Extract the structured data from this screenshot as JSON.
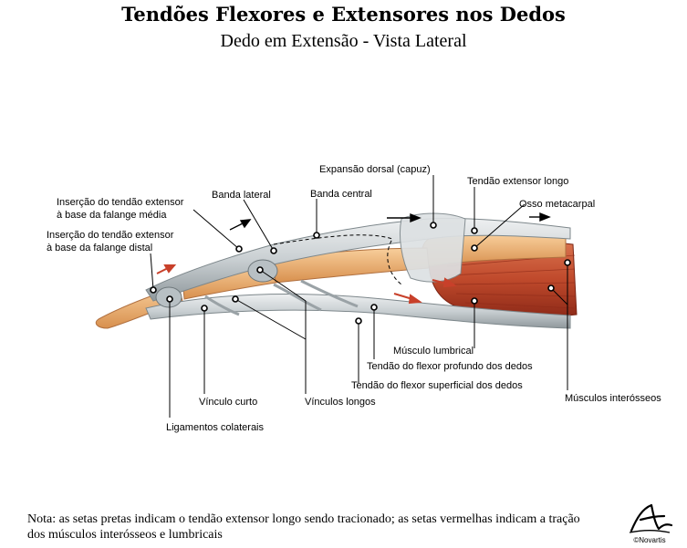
{
  "header": {
    "title": "Tendões Flexores e Extensores nos Dedos",
    "subtitle": "Dedo em Extensão - Vista Lateral"
  },
  "labels": {
    "expansao_dorsal": "Expansão dorsal (capuz)",
    "tendao_extensor_longo": "Tendão extensor longo",
    "osso_metacarpal": "Osso metacarpal",
    "banda_lateral": "Banda lateral",
    "banda_central": "Banda central",
    "insercao_media_1": "Inserção do tendão extensor",
    "insercao_media_2": "à base da falange média",
    "insercao_distal_1": "Inserção do tendão extensor",
    "insercao_distal_2": "à base da falange distal",
    "musculo_lumbrical": "Músculo lumbrical",
    "flexor_profundo": "Tendão do flexor profundo dos dedos",
    "flexor_superficial": "Tendão do flexor superficial dos dedos",
    "musculos_interosseos": "Músculos interósseos",
    "vinculo_curto": "Vínculo curto",
    "vinculos_longos": "Vínculos longos",
    "ligamentos_colaterais": "Ligamentos colaterais"
  },
  "note": "Nota: as setas pretas indicam o tendão extensor longo sendo tracionado; as setas vermelhas indicam a tração dos músculos interósseos e lumbricais",
  "logo": {
    "signature": "F. Netter",
    "copyright": "©Novartis"
  },
  "colors": {
    "tendon": "#d4d8da",
    "tendon_shadow": "#8a9296",
    "bone": "#f0b478",
    "muscle": "#c8502e",
    "muscle_dark": "#8e2a18",
    "red_arrow": "#c8402a"
  }
}
